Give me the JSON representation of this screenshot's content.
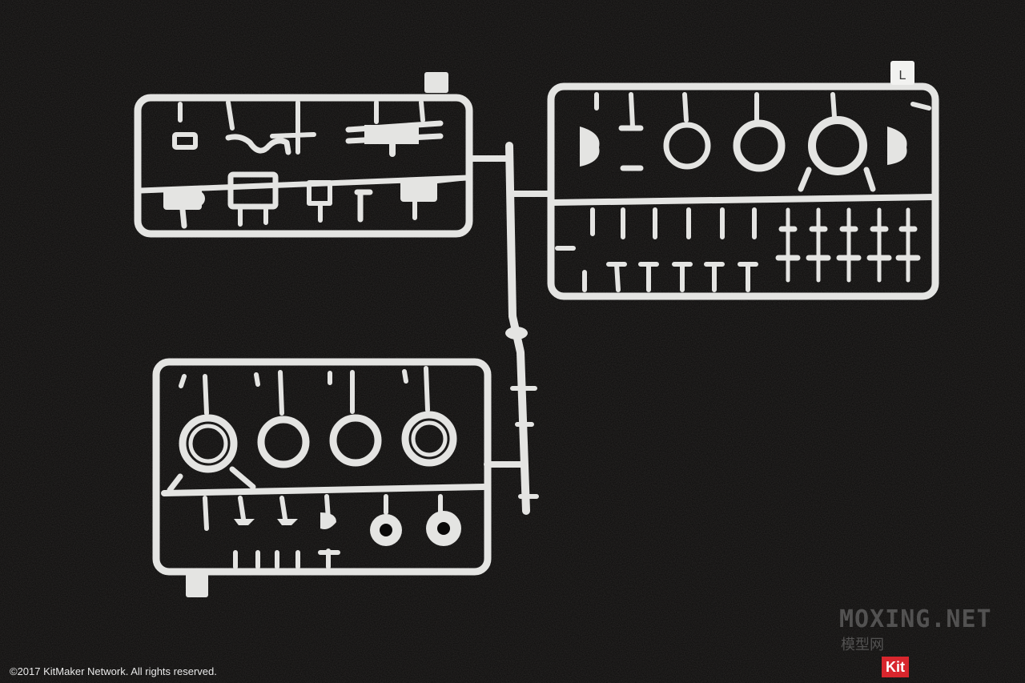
{
  "photo": {
    "background_color": "#0a0909",
    "plastic_color": "#e4e4e2",
    "subject": "sprue-frame"
  },
  "sprue": {
    "tab_label": "L"
  },
  "copyright": "©2017 KitMaker Network. All rights reserved.",
  "watermark": {
    "main": "MOXING.NET",
    "sub": "模型网",
    "badge": "Kit",
    "badge_color": "#d8262d"
  }
}
